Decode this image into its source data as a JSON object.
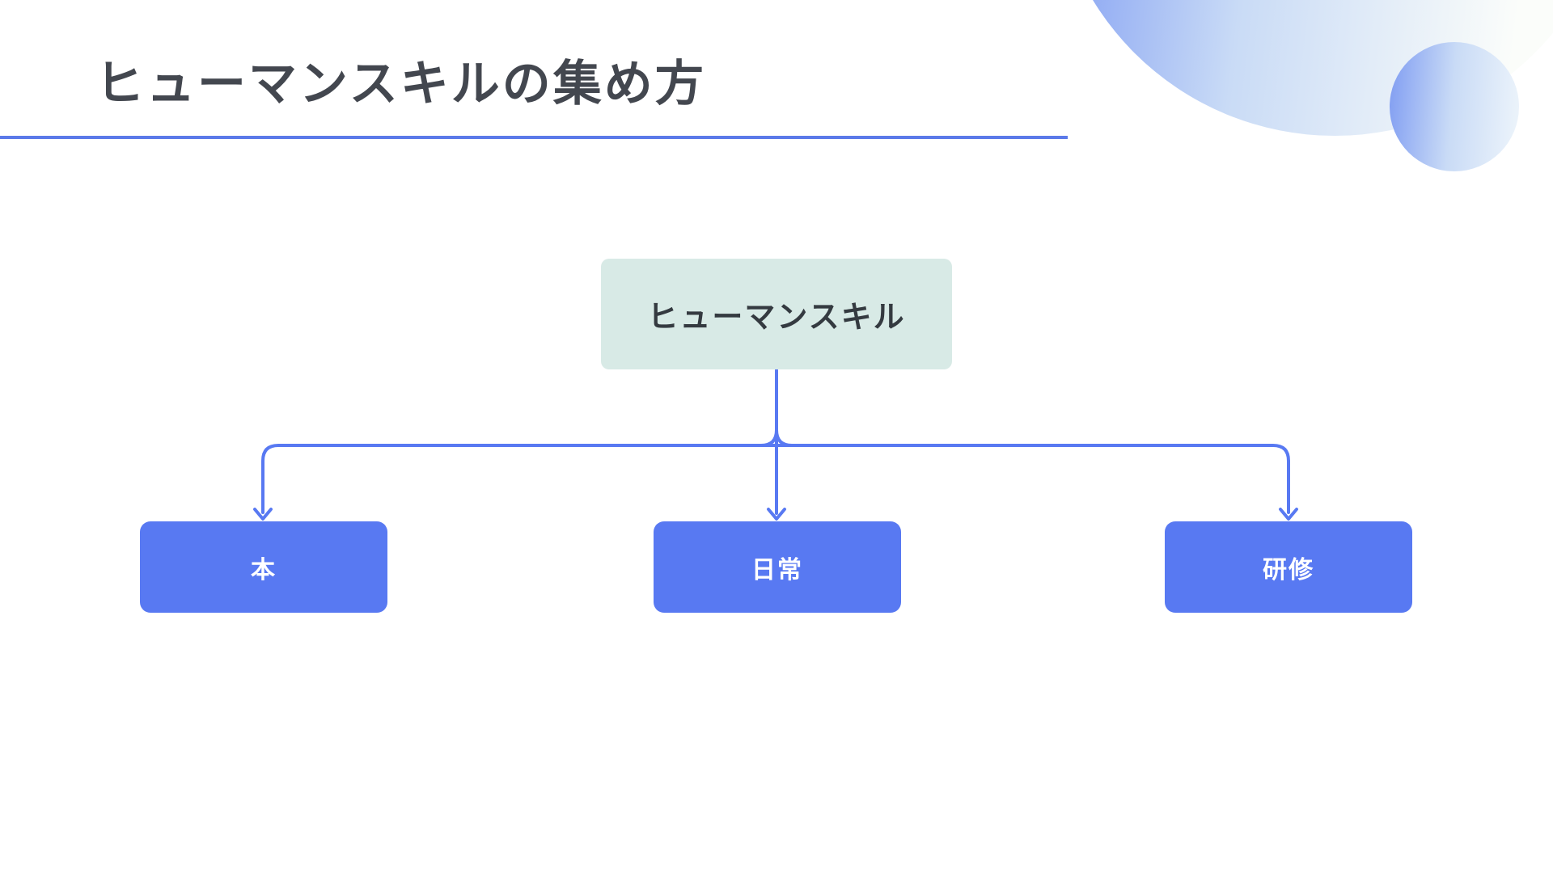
{
  "slide": {
    "title": "ヒューマンスキルの集め方"
  },
  "diagram": {
    "root": {
      "label": "ヒューマンスキル"
    },
    "children": [
      {
        "label": "本"
      },
      {
        "label": "日常"
      },
      {
        "label": "研修"
      }
    ]
  },
  "colors": {
    "background": "#ffffff",
    "title_text": "#43474f",
    "underline": "#5b7ae9",
    "connector": "#5879f2",
    "root_node_fill": "#d8eae6",
    "root_node_text": "#343a40",
    "child_node_fill": "#5879f2",
    "child_node_text": "#ffffff",
    "decor_blue": "#7f9cf2",
    "decor_mid": "#c9dbf6",
    "decor_light": "#fbfdfa",
    "decor_small_end": "#eef5fb"
  }
}
